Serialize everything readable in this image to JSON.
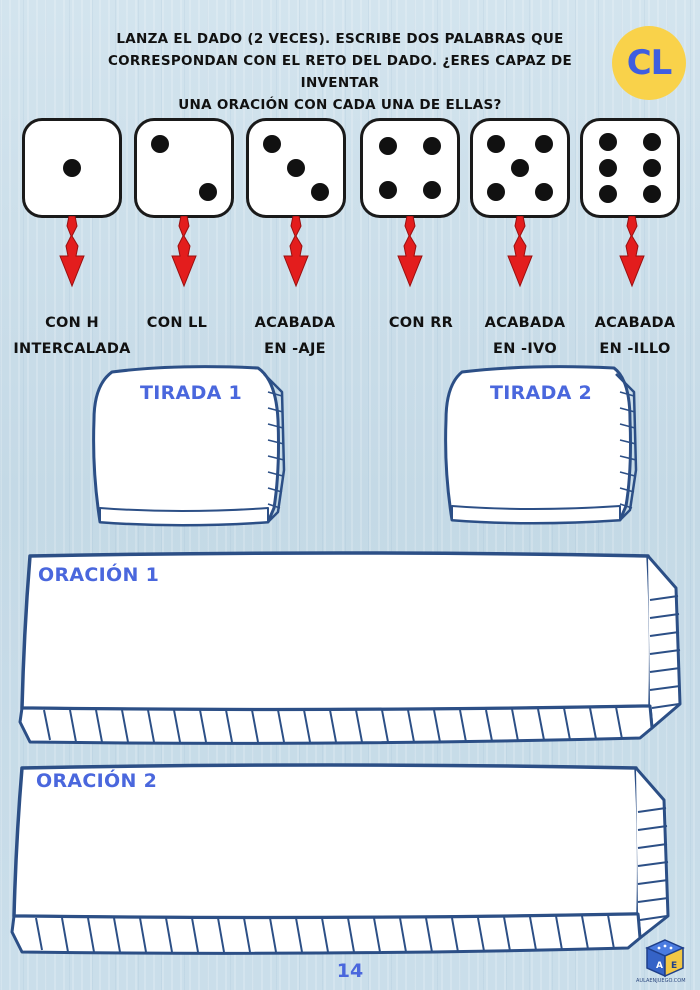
{
  "instructions": {
    "line1": "LANZA EL DADO (2 VECES). ESCRIBE DOS PALABRAS QUE",
    "line2": "CORRESPONDAN CON EL RETO DEL DADO.   ¿ERES CAPAZ DE INVENTAR",
    "line3": "UNA ORACIÓN CON CADA UNA DE ELLAS?"
  },
  "badge": "CL",
  "dice": [
    {
      "pips": 1,
      "label1": "CON H",
      "label2": "INTERCALADA"
    },
    {
      "pips": 2,
      "label1": "CON LL",
      "label2": ""
    },
    {
      "pips": 3,
      "label1": "ACABADA",
      "label2": "EN -AJE"
    },
    {
      "pips": 4,
      "label1": "CON RR",
      "label2": ""
    },
    {
      "pips": 5,
      "label1": "ACABADA",
      "label2": "EN -IVO"
    },
    {
      "pips": 6,
      "label1": "ACABADA",
      "label2": "EN -ILLO"
    }
  ],
  "boxes": {
    "tirada1": "TIRADA 1",
    "tirada2": "TIRADA 2",
    "oracion1": "ORACIÓN 1",
    "oracion2": "ORACIÓN 2"
  },
  "page_number": "14",
  "logo": {
    "letters": "A E",
    "text": "AULAENJUEGO.COM"
  },
  "colors": {
    "accent": "#4a67dd",
    "badge": "#f9d24a",
    "arrow": "#e31d1d",
    "frame": "#2c4f86"
  }
}
